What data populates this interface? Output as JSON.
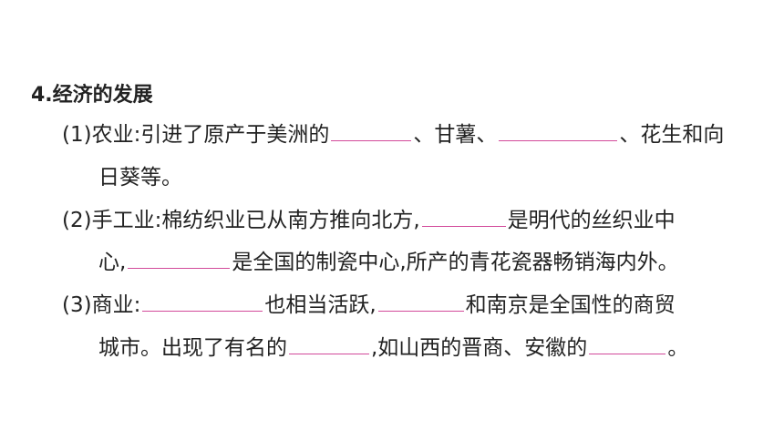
{
  "section": {
    "title": "4.经济的发展"
  },
  "items": [
    {
      "num": "(1)",
      "lines": [
        [
          "农业:引进了原产于美洲的",
          "、甘薯、",
          "、花生和向"
        ],
        [
          "日葵等。"
        ]
      ]
    },
    {
      "num": "(2)",
      "lines": [
        [
          "手工业:棉纺织业已从南方推向北方,",
          "是明代的丝织业中"
        ],
        [
          "心,",
          "是全国的制瓷中心,所产的青花瓷器畅销海内外。"
        ]
      ]
    },
    {
      "num": "(3)",
      "lines": [
        [
          "商业:",
          "也相当活跃,",
          "和南京是全国性的商贸"
        ],
        [
          "城市。出现了有名的",
          ",如山西的晋商、安徽的",
          "。"
        ]
      ]
    }
  ],
  "colors": {
    "blank_underline": "#d24a9a",
    "text": "#222222"
  }
}
